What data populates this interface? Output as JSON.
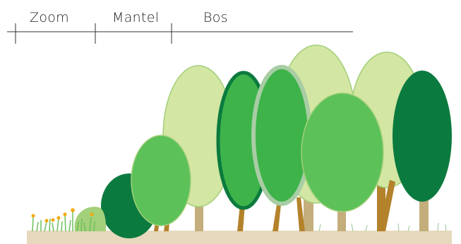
{
  "zones": [
    {
      "label": "Zoom"
    },
    {
      "label": "Mantel"
    },
    {
      "label": "Bos"
    }
  ],
  "colors": {
    "ground": "#e6d9bd",
    "trunk_dark": "#b3822b",
    "trunk_light": "#c4ae7c",
    "leaf_pale": "#d3e6a3",
    "leaf_mid": "#5cc159",
    "leaf_bright": "#3db34a",
    "leaf_dark": "#0b7a3e",
    "outline_light": "#a3d07a",
    "outline_dark": "#0b7a3e",
    "outline_halo": "#a8cda4",
    "flower": "#f2a90f",
    "grass": "#6cc05a",
    "line": "#333333"
  }
}
